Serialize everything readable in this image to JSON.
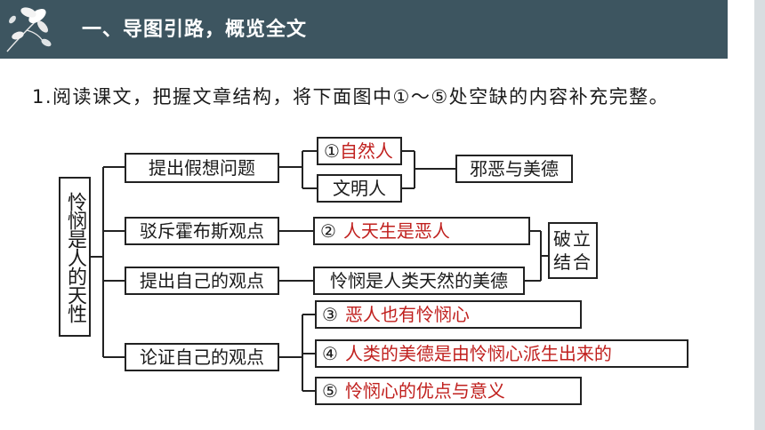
{
  "header": {
    "title": "一、导图引路，概览全文"
  },
  "instruction": {
    "text": "1.阅读课文，把握文章结构，将下面图中①～⑤处空缺的内容补充完整。"
  },
  "diagram": {
    "root": "怜悯是人的天性",
    "branches": {
      "b1": "提出假想问题",
      "b2": "驳斥霍布斯观点",
      "b3": "提出自己的观点",
      "b4": "论证自己的观点"
    },
    "leaves": {
      "n1_marker": "①",
      "n1_text": "自然人",
      "civilized": "文明人",
      "evil_virtue": "邪恶与美德",
      "n2_marker": "②",
      "n2_text": "人天生是恶人",
      "pity_virtue": "怜悯是人类天然的美德",
      "refute_combine": "破立结合",
      "n3_marker": "③",
      "n3_text": "恶人也有怜悯心",
      "n4_marker": "④",
      "n4_text": "人类的美德是由怜悯心派生出来的",
      "n5_marker": "⑤",
      "n5_text": "怜悯心的优点与意义"
    },
    "colors": {
      "answer": "#c0201e",
      "line": "#222222",
      "header": "#3d5560"
    }
  }
}
